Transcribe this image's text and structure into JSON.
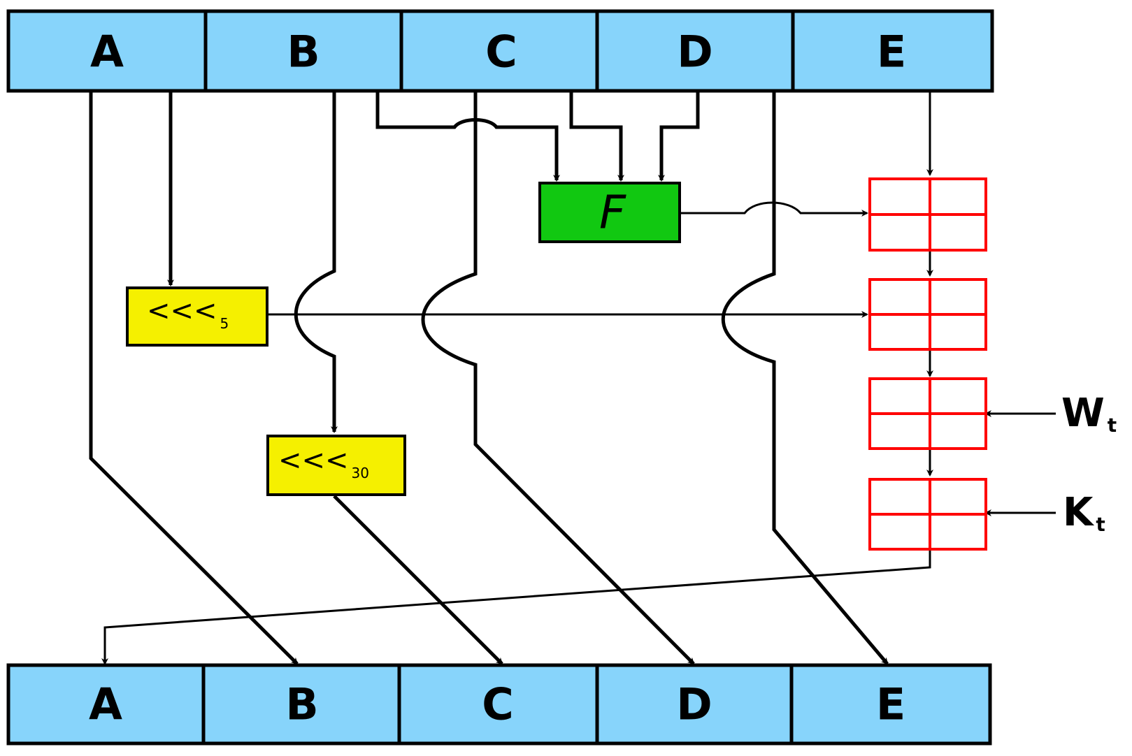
{
  "top_register": {
    "cells": [
      "A",
      "B",
      "C",
      "D",
      "E"
    ]
  },
  "bottom_register": {
    "cells": [
      "A",
      "B",
      "C",
      "D",
      "E"
    ]
  },
  "function_box": {
    "label": "F"
  },
  "rotate_5": {
    "symbol": "<<<",
    "amount": "5"
  },
  "rotate_30": {
    "symbol": "<<<",
    "amount": "30"
  },
  "inputs": {
    "w": {
      "symbol": "W",
      "subscript": "t"
    },
    "k": {
      "symbol": "K",
      "subscript": "t"
    }
  },
  "colors": {
    "register": "#87d4fb",
    "function": "#11c811",
    "rotate": "#f5f000",
    "adder": "#ff0000"
  }
}
